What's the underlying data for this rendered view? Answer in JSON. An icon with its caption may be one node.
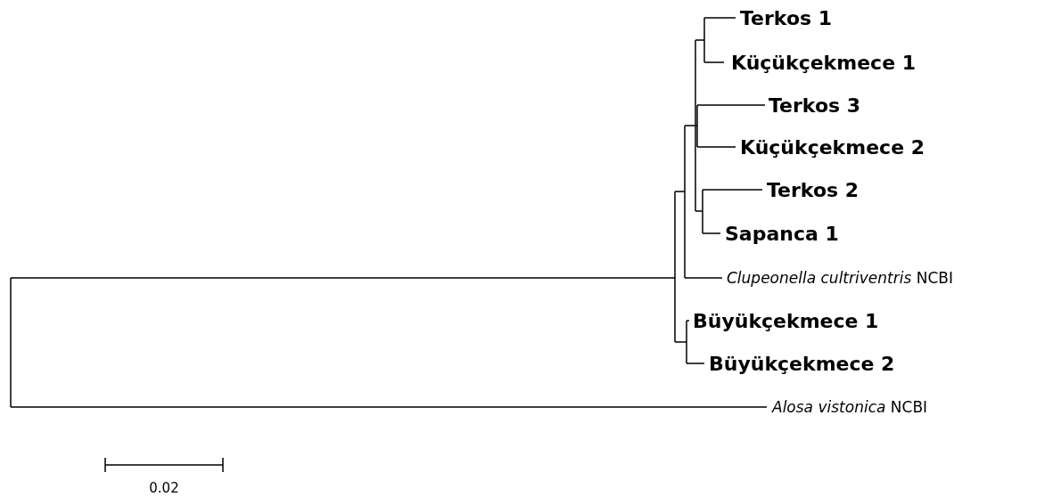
{
  "diagram": {
    "labels": [
      "Terkos 1",
      "Küçükçekmece 1",
      "Terkos 3",
      "Küçükçekmece 2",
      "Terkos 2",
      "Sapanca 1",
      "*Clupeonella cultriventris* NCBI",
      "Büyükçekmece 1",
      "Büyükçekmece 2",
      "*Alosa vistonica* NCBI",
      "0.02"
    ]
  }
}
